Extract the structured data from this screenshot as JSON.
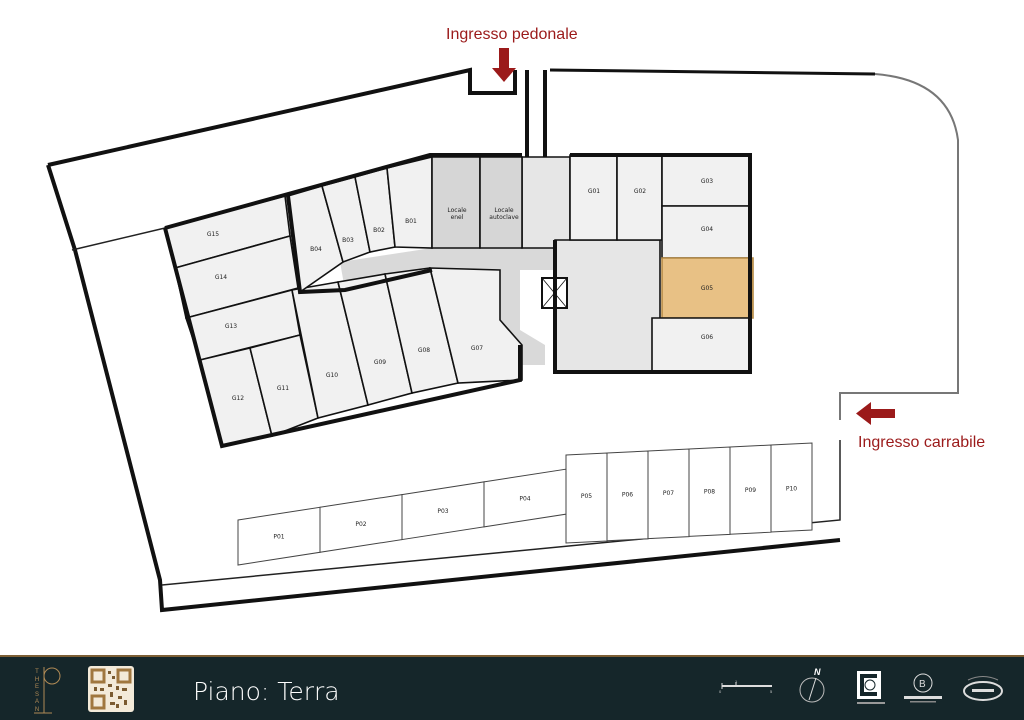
{
  "annotations": {
    "pedestrian_entrance": "Ingresso pedonale",
    "vehicle_entrance": "Ingresso carrabile"
  },
  "rooms": {
    "G01": "G01",
    "G02": "G02",
    "G03": "G03",
    "G04": "G04",
    "G05": "G05",
    "G06": "G06",
    "G07": "G07",
    "G08": "G08",
    "G09": "G09",
    "G10": "G10",
    "G11": "G11",
    "G12": "G12",
    "G13": "G13",
    "G14": "G14",
    "G15": "G15",
    "B01": "B01",
    "B02": "B02",
    "B03": "B03",
    "B04": "B04",
    "enel_1": "Locale",
    "enel_2": "enel",
    "autoclave_1": "Locale",
    "autoclave_2": "autoclave"
  },
  "highlighted_room": "G05",
  "parking": [
    "P01",
    "P02",
    "P03",
    "P04",
    "P05",
    "P06",
    "P07",
    "P08",
    "P09",
    "P10"
  ],
  "footer": {
    "brand": [
      "T",
      "H",
      "E",
      "S",
      "A",
      "N"
    ],
    "floor_title": "Piano: Terra",
    "compass_label": "N",
    "scale_labels": [
      "0",
      "1",
      "5"
    ]
  },
  "colors": {
    "highlight": "#e8c185",
    "annotation": "#9b1a1a",
    "footer_bg": "#15262a"
  }
}
